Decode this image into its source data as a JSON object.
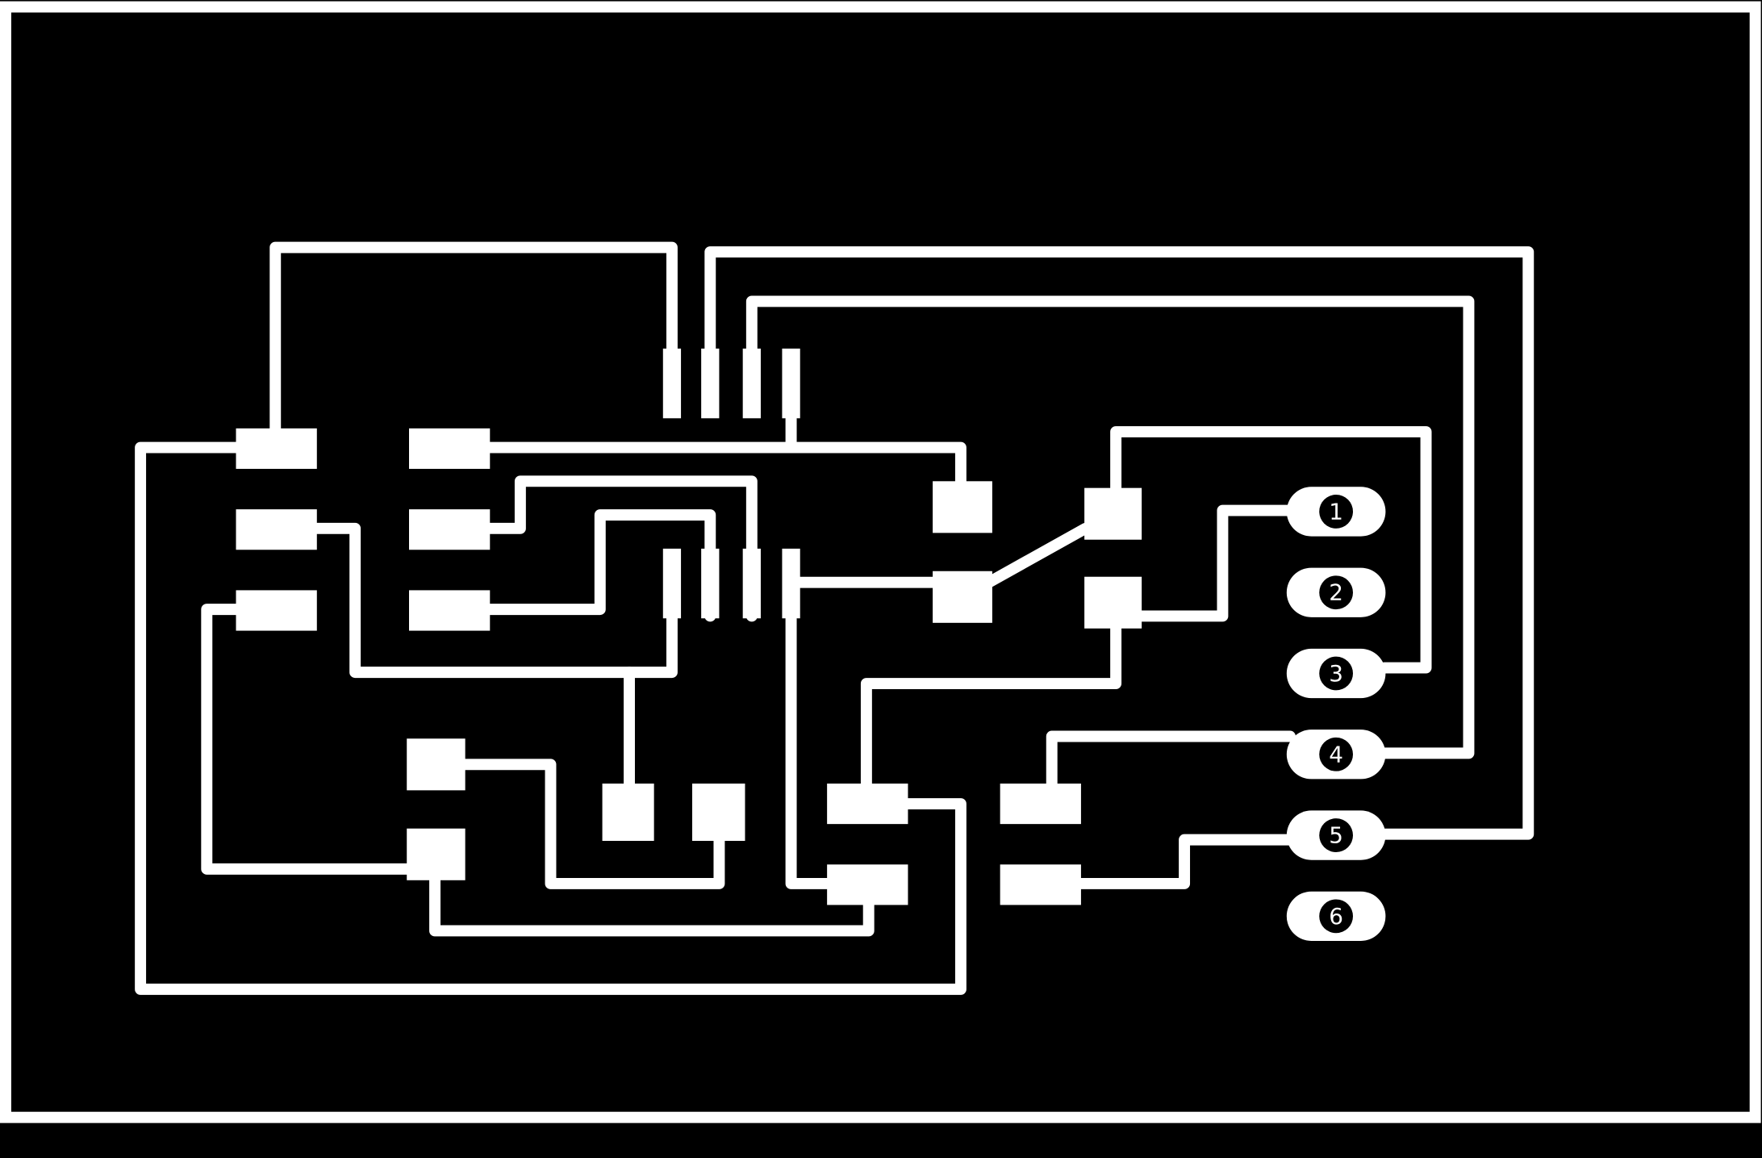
{
  "colors": {
    "background": "#000000",
    "copper": "#ffffff",
    "hole": "#000000"
  },
  "header_pins": [
    {
      "label": "1"
    },
    {
      "label": "2"
    },
    {
      "label": "3"
    },
    {
      "label": "4"
    },
    {
      "label": "5"
    },
    {
      "label": "6"
    }
  ]
}
